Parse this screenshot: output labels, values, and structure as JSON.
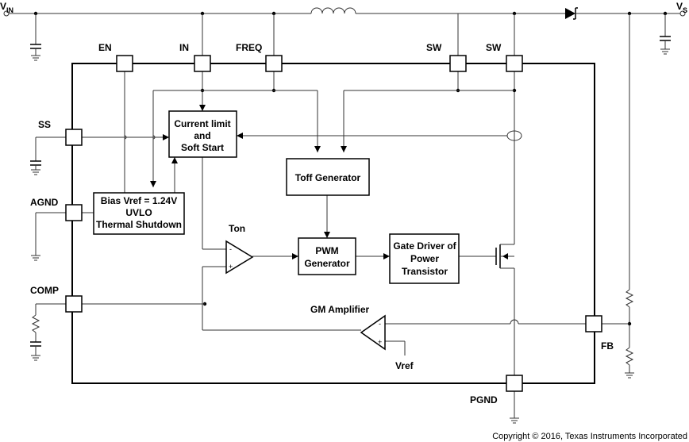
{
  "terminals": {
    "vin": {
      "main": "V",
      "sub": "IN"
    },
    "vout": {
      "main": "V",
      "sub": "S"
    }
  },
  "pins": {
    "en": "EN",
    "in": "IN",
    "freq": "FREQ",
    "sw1": "SW",
    "sw2": "SW",
    "ss": "SS",
    "agnd": "AGND",
    "comp": "COMP",
    "fb": "FB",
    "pgnd": "PGND"
  },
  "blocks": {
    "current_limit": [
      "Current limit",
      "and",
      "Soft Start"
    ],
    "bias": [
      "Bias Vref = 1.24V",
      "UVLO",
      "Thermal Shutdown"
    ],
    "toff": [
      "Toff Generator"
    ],
    "pwm": [
      "PWM",
      "Generator"
    ],
    "gate_driver": [
      "Gate Driver of",
      "Power",
      "Transistor"
    ]
  },
  "labels": {
    "ton": "Ton",
    "gm_amplifier": "GM Amplifier",
    "vref": "Vref",
    "minus": "-",
    "plus": "+"
  },
  "copyright": "Copyright © 2016, Texas Instruments Incorporated"
}
